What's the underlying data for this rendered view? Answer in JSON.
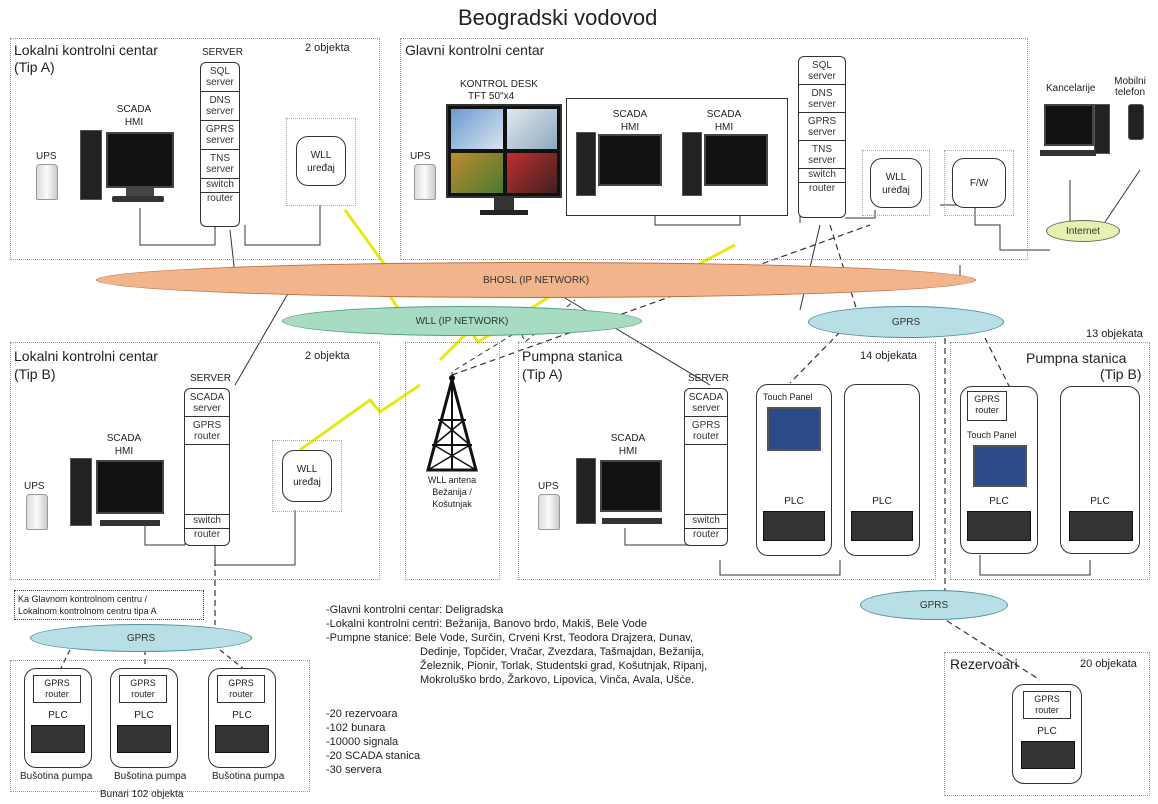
{
  "title": "Beogradski vodovod",
  "lkc_a": {
    "title_l1": "Lokalni kontrolni centar",
    "title_l2": "(Tip A)",
    "count": "2 objekta",
    "server_label": "SERVER",
    "server_cells": [
      "SQL server",
      "DNS server",
      "GPRS server",
      "TNS server",
      "switch",
      "router"
    ],
    "scada": "SCADA HMI",
    "ups": "UPS",
    "wll": "WLL uređaj"
  },
  "gkc": {
    "title": "Glavni kontrolni centar",
    "desk_l1": "KONTROL DESK",
    "desk_l2": "TFT 50\"x4",
    "server_cells": [
      "SQL server",
      "DNS server",
      "GPRS server",
      "TNS server",
      "switch",
      "router"
    ],
    "scada1": "SCADA HMI",
    "scada2": "SCADA HMI",
    "ups": "UPS",
    "wll": "WLL uređaj",
    "fw": "F/W",
    "kancelarije": "Kancelarije",
    "mobilni": "Mobilni telefon",
    "internet": "Internet"
  },
  "networks": {
    "bhosl": "BHOSL (IP NETWORK)",
    "wll": "WLL (IP NETWORK)",
    "gprs1": "GPRS",
    "gprs2": "GPRS",
    "gprs3": "GPRS"
  },
  "lkc_b": {
    "title_l1": "Lokalni kontrolni centar",
    "title_l2": "(Tip B)",
    "count": "2 objekta",
    "server_label": "SERVER",
    "server_cells": [
      "SCADA server",
      "GPRS router",
      "",
      "switch",
      "router"
    ],
    "scada": "SCADA HMI",
    "ups": "UPS",
    "wll": "WLL uređaj",
    "note_l1": "Ka Glavnom kontrolnom centru /",
    "note_l2": "Lokalnom kontrolnom centru tipa A"
  },
  "antenna": {
    "l1": "WLL antena",
    "l2": "Bežanija /",
    "l3": "Košutnjak"
  },
  "ps_a": {
    "title_l1": "Pumpna stanica",
    "title_l2": "(Tip A)",
    "count": "14 objekata",
    "server_label": "SERVER",
    "server_cells": [
      "SCADA server",
      "GPRS router",
      "",
      "switch",
      "router"
    ],
    "scada": "SCADA HMI",
    "ups": "UPS",
    "touch": "Touch Panel",
    "plc1": "PLC",
    "plc2": "PLC"
  },
  "ps_b": {
    "title_l1": "Pumpna stanica",
    "title_l2": "(Tip B)",
    "count": "13 objekata",
    "gprs_router": "GPRS router",
    "touch": "Touch Panel",
    "plc1": "PLC",
    "plc2": "PLC"
  },
  "bunari": {
    "gprs": "GPRS",
    "router": "GPRS router",
    "plc": "PLC",
    "pump": "Bušotina pumpa",
    "footer": "Bunari 102 objekta"
  },
  "rezervoari": {
    "title": "Rezervoari",
    "count": "20 objekata",
    "router": "GPRS router",
    "plc": "PLC"
  },
  "notes": {
    "l1": "-Glavni kontrolni centar: Deligradska",
    "l2": "-Lokalni kontrolni centri: Bežanija, Banovo brdo, Makiš, Bele Vode",
    "l3": "-Pumpne stanice: Bele Vode, Surčin, Crveni Krst, Teodora Drajzera, Dunav,",
    "l4": "Dedinje, Topčider, Vračar, Zvezdara, Tašmajdan, Bežanija,",
    "l5": "Železnik, Pionir, Torlak, Studentski grad, Košutnjak, Ripanj,",
    "l6": "Mokroluško brdo, Žarkovo, Lipovica, Vinča, Avala, Ušće.",
    "s1": "-20 rezervoara",
    "s2": "-102 bunara",
    "s3": "-10000 signala",
    "s4": "-20 SCADA stanica",
    "s5": "-30 servera"
  },
  "colors": {
    "bhosl": "#f2b48a",
    "wll": "#a8dcc2",
    "gprs": "#b9dfe6",
    "internet": "#e6f0b0",
    "lightning": "#e8e817"
  }
}
